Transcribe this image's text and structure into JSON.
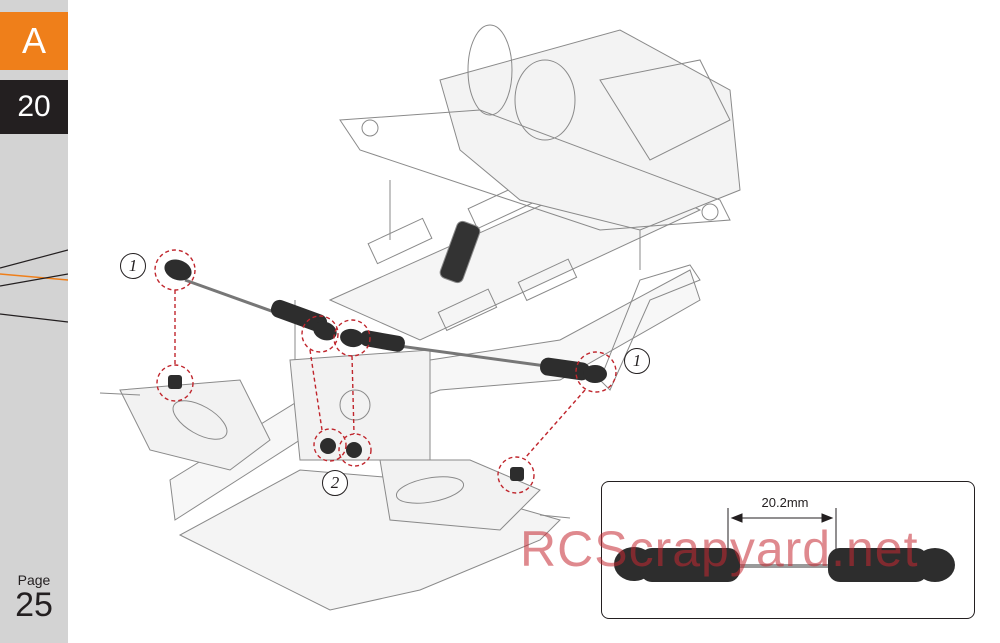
{
  "sidebar": {
    "section": "A",
    "step": "20",
    "page_label": "Page",
    "page_number": "25"
  },
  "callouts": [
    "1",
    "1",
    "2"
  ],
  "detail": {
    "dimension": "20.2mm"
  },
  "watermark": "RCScrapyard.net",
  "colors": {
    "section": "#ef7f1a",
    "step": "#231f20",
    "sidebar": "#d3d3d3",
    "guide_line": "#c0262d",
    "watermark": "#c42832"
  }
}
